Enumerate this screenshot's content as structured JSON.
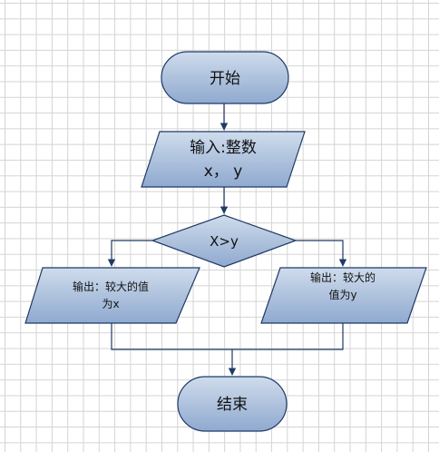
{
  "diagram": {
    "start": {
      "label": "开始"
    },
    "input": {
      "line1": "输入:整数",
      "line2": "x， y"
    },
    "decision": {
      "label": "X>y"
    },
    "output_left": {
      "line1": "输出：较大的值",
      "line2": "为x"
    },
    "output_right": {
      "line1": "输出：较大的",
      "line2": "值为y"
    },
    "end": {
      "label": "结束"
    },
    "colors": {
      "shape_fill_top": "#cfdcec",
      "shape_fill_bottom": "#8fa9cf",
      "shape_stroke": "#1f3a66",
      "connector": "#1f3a66",
      "grid": "#d4d4d4"
    }
  }
}
